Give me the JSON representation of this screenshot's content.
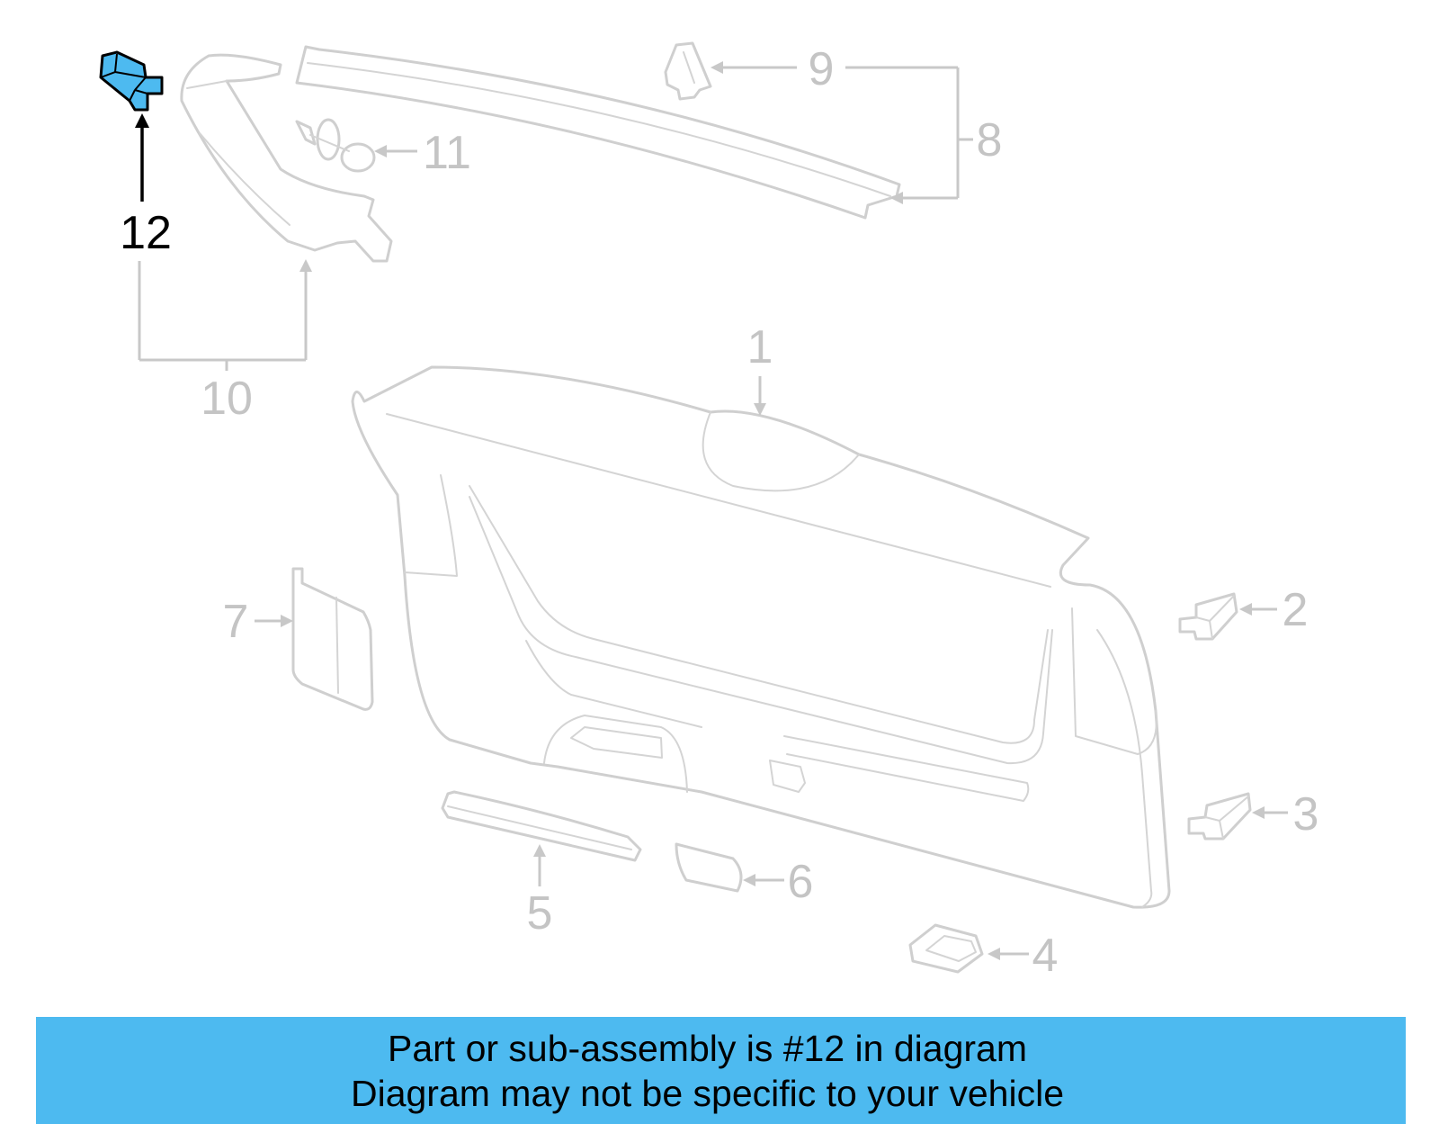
{
  "colors": {
    "highlight": "#4dbaf0",
    "banner_bg": "#4dbaf0",
    "outline_active": "#000000",
    "outline_inactive": "#cfcfcf",
    "callout_inactive": "#c4c4c4"
  },
  "callouts": {
    "c1": "1",
    "c2": "2",
    "c3": "3",
    "c4": "4",
    "c5": "5",
    "c6": "6",
    "c7": "7",
    "c8": "8",
    "c9": "9",
    "c10": "10",
    "c11": "11",
    "c12": "12"
  },
  "highlighted_part": "12",
  "banner": {
    "line1": "Part or sub-assembly is #12 in diagram",
    "line2": "Diagram may not be specific to your vehicle"
  }
}
